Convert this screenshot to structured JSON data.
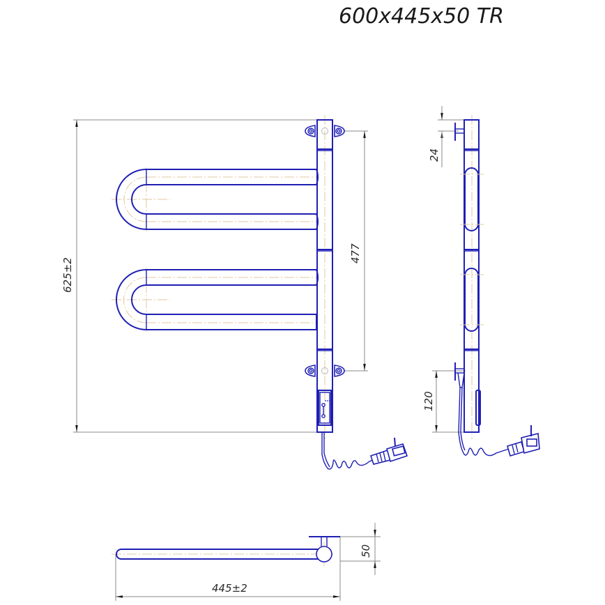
{
  "title": "600x445x50 TR",
  "colors": {
    "part_outline": "#1f1fb4",
    "axis_line": "#e2c9a0",
    "dimension_line": "#8a8a8a",
    "text": "#1a1a1a",
    "background": "#ffffff"
  },
  "views": {
    "front": {
      "dimensions": {
        "overall_height": "625±2",
        "mount_spacing": "477"
      }
    },
    "side": {
      "dimensions": {
        "top_offset": "24",
        "bottom_offset": "120"
      }
    },
    "top": {
      "dimensions": {
        "overall_width": "445±2",
        "depth": "50"
      }
    }
  }
}
